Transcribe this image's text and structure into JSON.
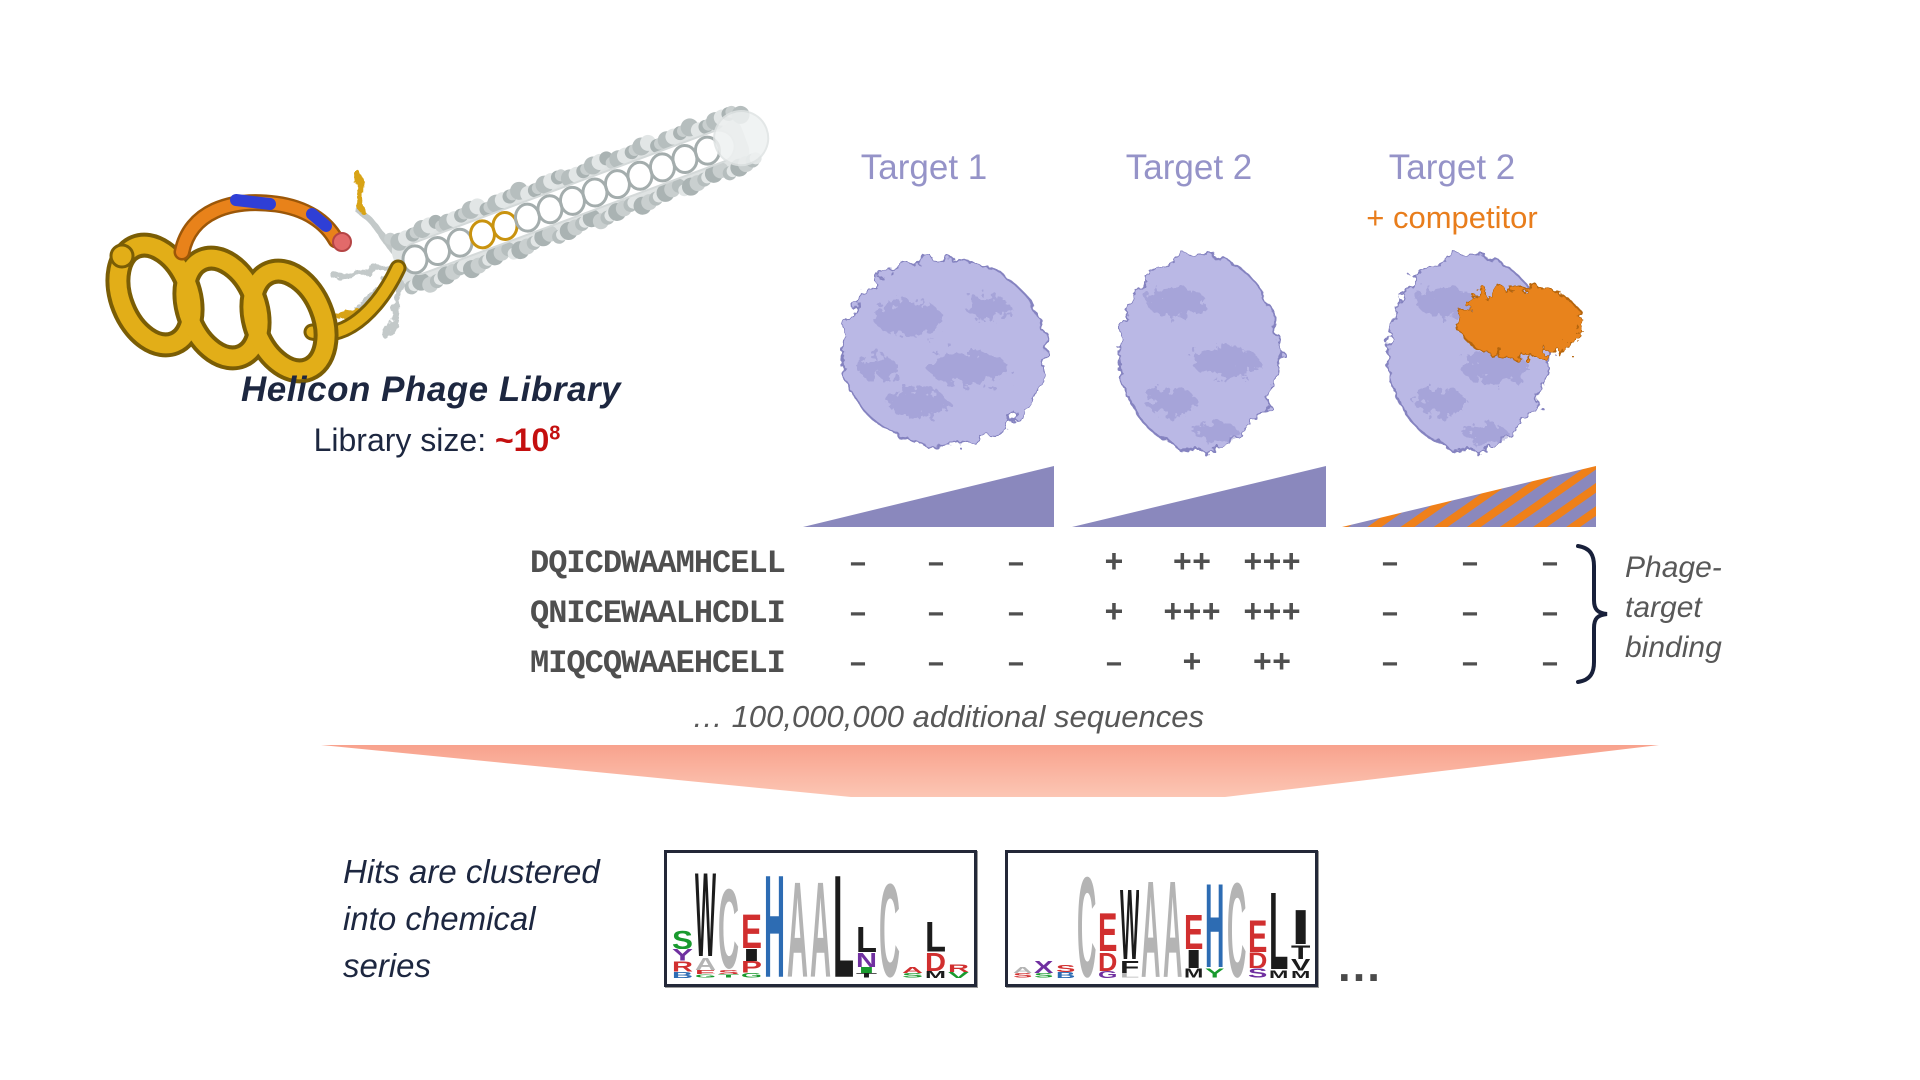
{
  "library": {
    "title": "Helicon Phage Library",
    "size_prefix": "Library size: ",
    "size_value": "~10",
    "size_exponent": "8"
  },
  "targets": [
    {
      "label": "Target 1"
    },
    {
      "label": "Target 2"
    },
    {
      "label": "Target 2",
      "sublabel": "+ competitor"
    }
  ],
  "binding_table": {
    "rows": [
      {
        "sequence": "DQICDWAAMHCELL",
        "marks": [
          "–",
          "–",
          "–",
          "+",
          "++",
          "+++",
          "–",
          "–",
          "–"
        ]
      },
      {
        "sequence": "QNICEWAALHCDLI",
        "marks": [
          "–",
          "–",
          "–",
          "+",
          "+++",
          "+++",
          "–",
          "–",
          "–"
        ]
      },
      {
        "sequence": "MIQCQWAAEHCELI",
        "marks": [
          "–",
          "–",
          "–",
          "–",
          "+",
          "++",
          "–",
          "–",
          "–"
        ]
      }
    ],
    "bracket_label": "Phage-\ntarget\nbinding",
    "footer": "… 100,000,000 additional sequences"
  },
  "clustering": {
    "caption": "Hits are clustered\ninto chemical\nseries",
    "ellipsis": "…"
  },
  "colors": {
    "navy_text": "#1d2740",
    "red_accent": "#c40f0f",
    "target_purple": "#9593c8",
    "competitor_orange": "#e87d1c",
    "protein_purple": "#bab8e5",
    "triangle_purple": "#8a88bd",
    "stripe_orange": "#ef8019",
    "funnel_salmon": "#f9ab97",
    "logo_letters": {
      "g": "#b4b4b4",
      "k": "#1c1c1c",
      "r": "#d12f2f",
      "b": "#2d6cb3",
      "p": "#7030a0",
      "n": "#199a2e"
    }
  },
  "logos": [
    {
      "columns": [
        [
          [
            "S",
            "n",
            0.16
          ],
          [
            "Y",
            "p",
            0.1
          ],
          [
            "R",
            "r",
            0.09
          ],
          [
            "B",
            "b",
            0.05
          ]
        ],
        [
          [
            "W",
            "k",
            0.74
          ],
          [
            "A",
            "g",
            0.11
          ],
          [
            "E",
            "r",
            0.04
          ],
          [
            "G",
            "n",
            0.03
          ]
        ],
        [
          [
            "C",
            "g",
            0.7
          ],
          [
            "S",
            "r",
            0.04
          ],
          [
            "T",
            "n",
            0.03
          ]
        ],
        [
          [
            "E",
            "r",
            0.3
          ],
          [
            "I",
            "k",
            0.11
          ],
          [
            "P",
            "r",
            0.1
          ],
          [
            "G",
            "n",
            0.04
          ]
        ],
        [
          [
            "H",
            "b",
            0.9
          ]
        ],
        [
          [
            "A",
            "g",
            0.84
          ]
        ],
        [
          [
            "A",
            "g",
            0.84
          ]
        ],
        [
          [
            "L",
            "k",
            0.9
          ]
        ],
        [
          [
            "L",
            "k",
            0.22
          ],
          [
            "N",
            "p",
            0.13
          ],
          [
            "I",
            "n",
            0.05
          ],
          [
            "T",
            "k",
            0.04
          ]
        ],
        [
          [
            "C",
            "g",
            0.82
          ]
        ],
        [
          [
            "A",
            "r",
            0.05
          ],
          [
            "S",
            "n",
            0.04
          ]
        ],
        [
          [
            "L",
            "k",
            0.26
          ],
          [
            "D",
            "r",
            0.16
          ],
          [
            "M",
            "k",
            0.06
          ]
        ],
        [
          [
            "R",
            "r",
            0.07
          ],
          [
            "V",
            "n",
            0.05
          ]
        ]
      ]
    },
    {
      "columns": [
        [
          [
            "A",
            "g",
            0.05
          ],
          [
            "S",
            "r",
            0.04
          ]
        ],
        [
          [
            "X",
            "p",
            0.11
          ],
          [
            "S",
            "n",
            0.04
          ]
        ],
        [
          [
            "S",
            "r",
            0.06
          ],
          [
            "B",
            "b",
            0.05
          ]
        ],
        [
          [
            "C",
            "g",
            0.88
          ]
        ],
        [
          [
            "E",
            "r",
            0.34
          ],
          [
            "D",
            "r",
            0.16
          ],
          [
            "G",
            "p",
            0.06
          ]
        ],
        [
          [
            "W",
            "k",
            0.62
          ],
          [
            "F",
            "k",
            0.11
          ],
          [
            "L",
            "g",
            0.04
          ]
        ],
        [
          [
            "A",
            "g",
            0.85
          ]
        ],
        [
          [
            "A",
            "g",
            0.85
          ]
        ],
        [
          [
            "E",
            "r",
            0.3
          ],
          [
            "I",
            "k",
            0.16
          ],
          [
            "M",
            "k",
            0.08
          ]
        ],
        [
          [
            "H",
            "b",
            0.74
          ],
          [
            "Y",
            "n",
            0.08
          ]
        ],
        [
          [
            "C",
            "g",
            0.83
          ]
        ],
        [
          [
            "E",
            "r",
            0.28
          ],
          [
            "D",
            "r",
            0.14
          ],
          [
            "S",
            "p",
            0.08
          ]
        ],
        [
          [
            "L",
            "k",
            0.68
          ],
          [
            "M",
            "k",
            0.07
          ]
        ],
        [
          [
            "I",
            "k",
            0.3
          ],
          [
            "T",
            "k",
            0.12
          ],
          [
            "V",
            "k",
            0.1
          ],
          [
            "M",
            "k",
            0.06
          ]
        ]
      ]
    }
  ]
}
